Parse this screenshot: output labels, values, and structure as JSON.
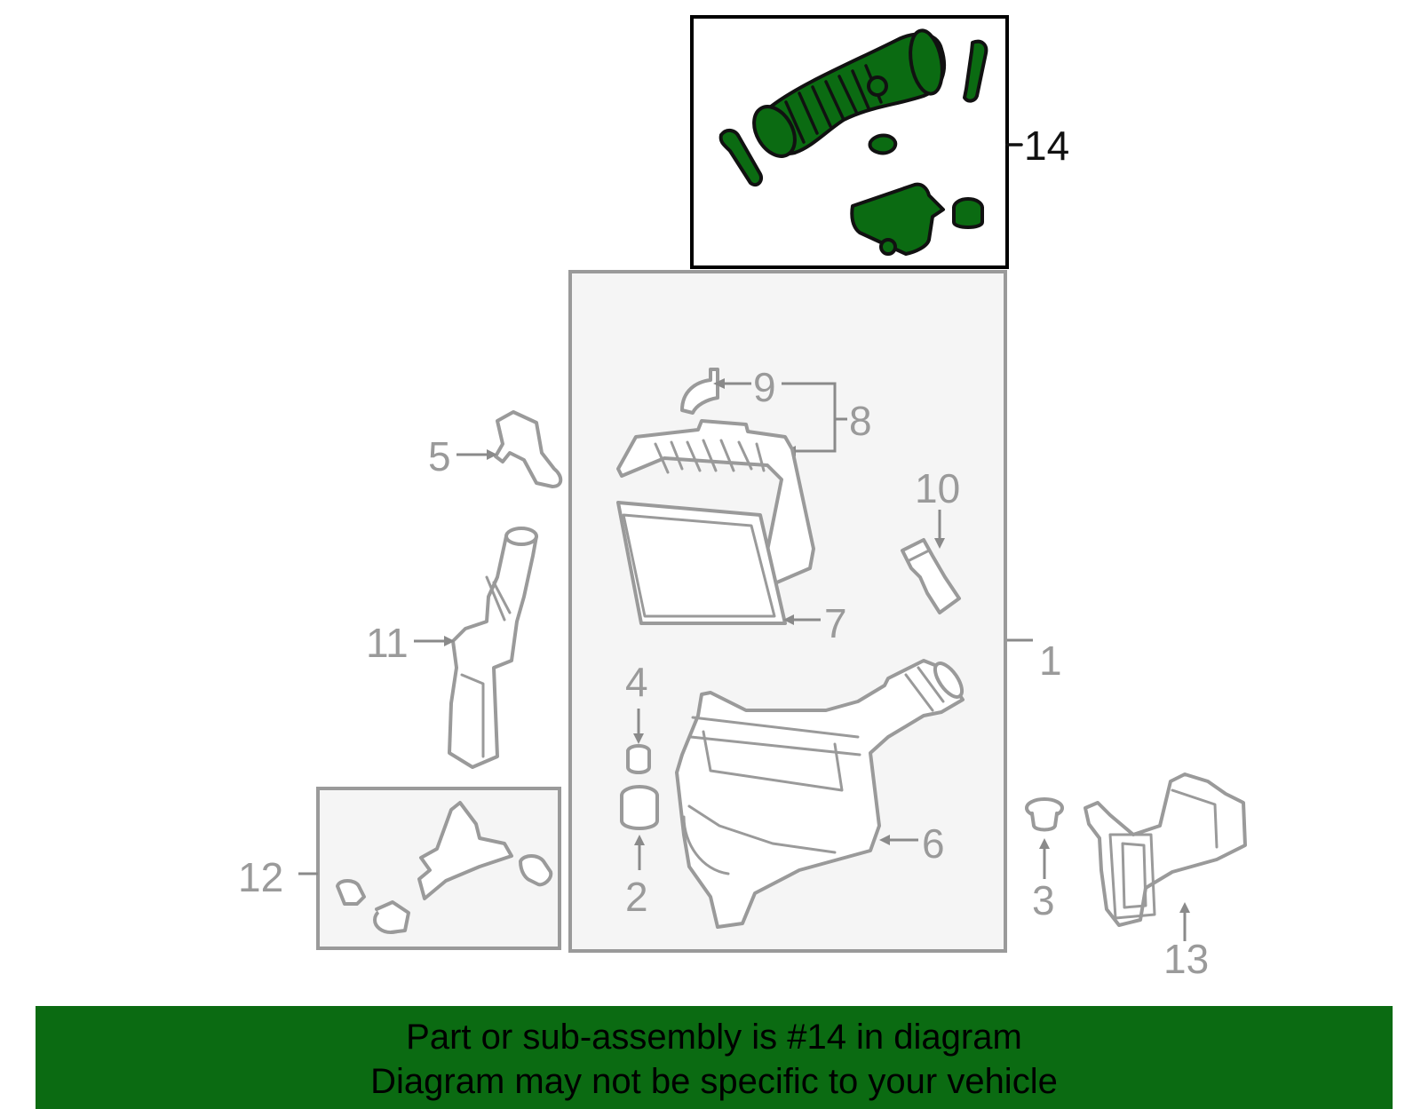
{
  "callouts": {
    "c1": "1",
    "c2": "2",
    "c3": "3",
    "c4": "4",
    "c5": "5",
    "c6": "6",
    "c7": "7",
    "c8": "8",
    "c9": "9",
    "c10": "10",
    "c11": "11",
    "c12": "12",
    "c13": "13",
    "c14": "14"
  },
  "highlight": {
    "part_number": "14",
    "color": "#0b6b12"
  },
  "banner": {
    "line1": "Part or sub-assembly is #14 in diagram",
    "line2": "Diagram may not be specific to your vehicle",
    "background": "#0b6b12"
  }
}
